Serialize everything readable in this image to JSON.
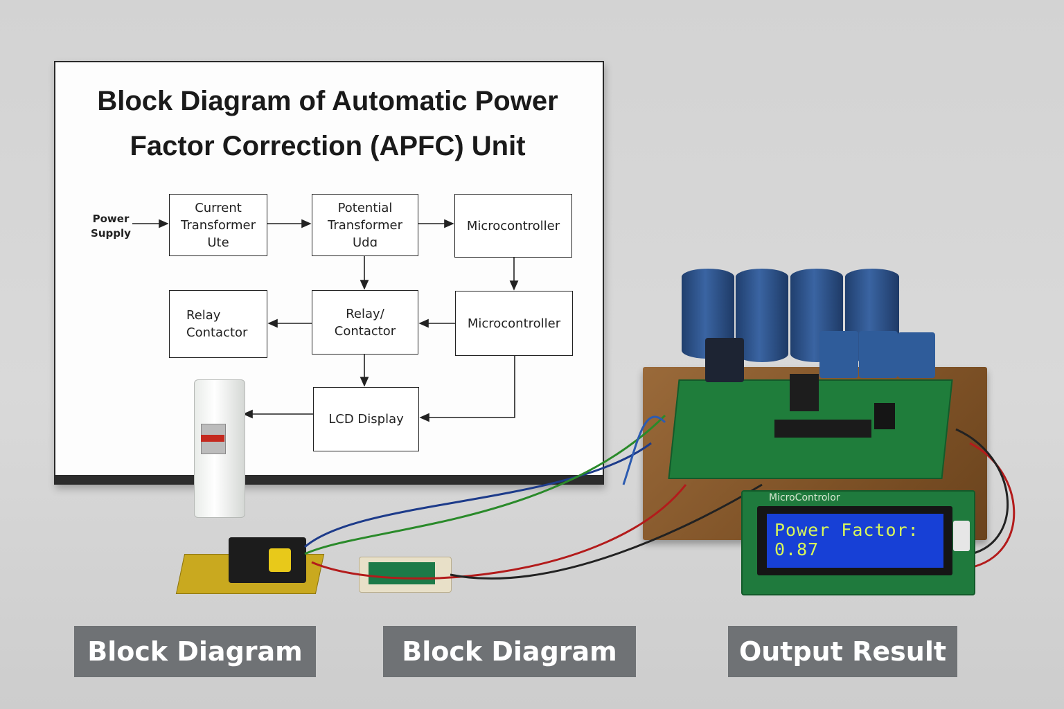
{
  "board": {
    "title_line1": "Block Diagram of Automatic Power",
    "title_line2": "Factor Correction (APFC) Unit"
  },
  "diagram": {
    "input_label_line1": "Power",
    "input_label_line2": "Supply",
    "blocks": [
      {
        "lines": [
          "Current",
          "Transformer",
          "Ute"
        ]
      },
      {
        "lines": [
          "Potential",
          "Transformer",
          "Udɑ"
        ]
      },
      {
        "lines": [
          "Microcontroller"
        ]
      },
      {
        "lines": [
          "Relay",
          "Contactor"
        ]
      },
      {
        "lines": [
          "Relay/",
          "Contactor"
        ]
      },
      {
        "lines": [
          "Microcontroller"
        ]
      },
      {
        "lines": [
          "LCD Display"
        ]
      }
    ]
  },
  "hardware": {
    "lcd_module_label": "MicroControlor",
    "lcd_line1": "Power Factor:",
    "lcd_line2": "0.87",
    "lcd_color": "#1740d6",
    "pcb_color": "#1d7a3a",
    "capacitor_color": "#2a4f86"
  },
  "captions": {
    "left": "Block Diagram",
    "middle": "Block Diagram",
    "right": "Output Result"
  }
}
